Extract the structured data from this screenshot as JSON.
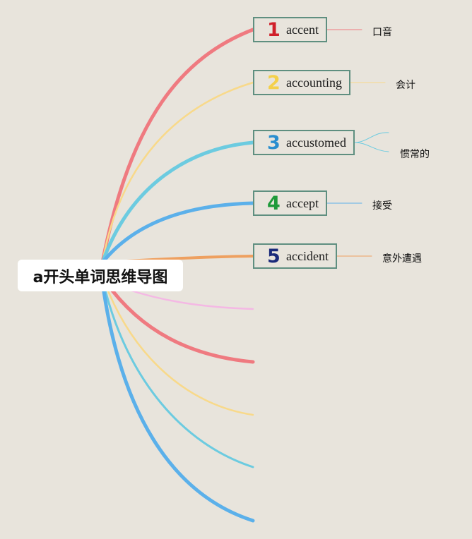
{
  "diagram": {
    "root": {
      "label": "a开头单词思维导图"
    },
    "words": [
      {
        "num": "1",
        "word": "accent",
        "meaning": "口音",
        "num_color": "#d0202a",
        "branch_color": "#ef7a80"
      },
      {
        "num": "2",
        "word": "accounting",
        "meaning": "会计",
        "num_color": "#f4d04a",
        "branch_color": "#f8d98a"
      },
      {
        "num": "3",
        "word": "accustomed",
        "meaning": "惯常的",
        "num_color": "#2a8ecf",
        "branch_color": "#6ccbe0"
      },
      {
        "num": "4",
        "word": "accept",
        "meaning": "接受",
        "num_color": "#1e9a3a",
        "branch_color": "#5bb0ea"
      },
      {
        "num": "5",
        "word": "accident",
        "meaning": "意外遭遇",
        "num_color": "#1a2a7a",
        "branch_color": "#eea060"
      }
    ],
    "empty_branch_colors": [
      "#f4b8e4",
      "#ef7a80",
      "#f8d98a",
      "#6ccbe0",
      "#5bb0ea"
    ]
  }
}
